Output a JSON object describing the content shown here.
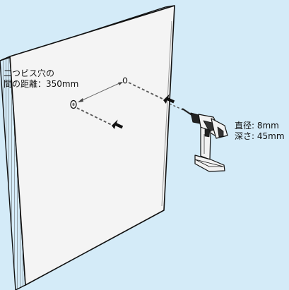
{
  "annotations": {
    "spacing_line1": "二つビス穴の",
    "spacing_line2": "間の距離：350mm",
    "drill_diameter": "直径: 8mm",
    "drill_depth": "深さ: 45mm"
  },
  "colors": {
    "background": "#d4ebf8",
    "board_face": "#f4f4f4",
    "board_edge": "#e6e6e6",
    "outline": "#111111",
    "guide_line": "#555555",
    "drill_body": "#f2f2f2",
    "drill_dark": "#222222"
  },
  "icons": [
    "hole-icon",
    "cursor-arrow-icon",
    "cordless-drill-icon"
  ]
}
